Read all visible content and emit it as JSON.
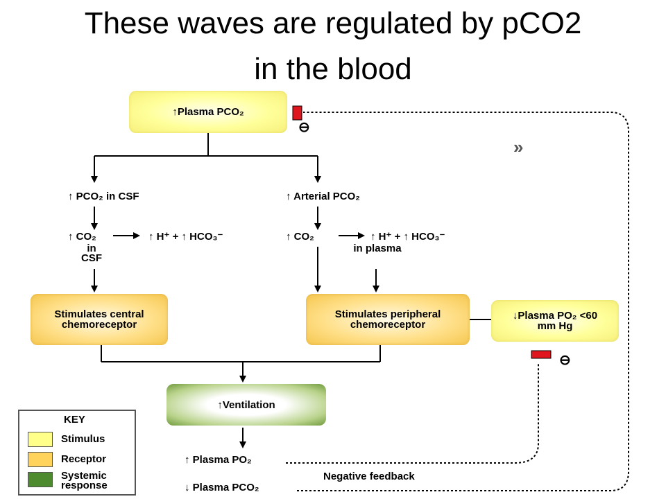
{
  "title": {
    "line1": "These waves are regulated by pCO2",
    "line2": "in the blood"
  },
  "boxes": {
    "plasma_pco2": "↑Plasma PCO₂",
    "central": "Stimulates central chemoreceptor",
    "peripheral": "Stimulates peripheral chemoreceptor",
    "plasma_po2_low": "↓Plasma PO₂ <60 mm Hg",
    "ventilation": "↑Ventilation"
  },
  "labels": {
    "pco2_csf": "↑ PCO₂ in CSF",
    "arterial_pco2": "↑ Arterial PCO₂",
    "co2_csf_reaction_left": "↑ CO₂",
    "co2_in_csf": "in CSF",
    "h_hco3_left": "↑ H⁺ + ↑ HCO₃⁻",
    "co2_plasma_reaction_left": "↑ CO₂",
    "h_hco3_right": "↑ H⁺ + ↑ HCO₃⁻",
    "in_plasma": "in plasma",
    "result_po2": "↑ Plasma PO₂",
    "result_pco2": "↓ Plasma PCO₂",
    "negative_feedback": "Negative feedback",
    "inhibit_symbol": "⊖",
    "chevron": "»"
  },
  "key": {
    "title": "KEY",
    "items": [
      {
        "label": "Stimulus",
        "color": "#ffff8a"
      },
      {
        "label": "Receptor",
        "color": "#ffd35c"
      },
      {
        "label": "Systemic response",
        "color": "#4e8a2e"
      }
    ]
  },
  "colors": {
    "inhibitor_red": "#e0161e",
    "stimulus": "#ffff8a",
    "receptor": "#ffd35c",
    "systemic": "#4e8a2e"
  }
}
